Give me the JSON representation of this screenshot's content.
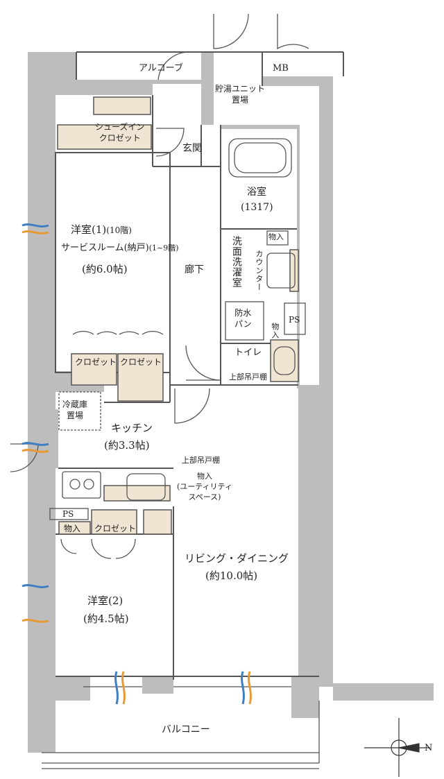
{
  "rooms": {
    "alcove": "アルコーブ",
    "mb": "MB",
    "water_heater": "貯湯ユニット\n置場",
    "shoes_closet": "シューズイン\nクロゼット",
    "entrance": "玄関",
    "bath": "浴室",
    "bath_size": "(1317)",
    "western1": "洋室(1)",
    "western1_note1": "(10階)",
    "service_room": "サービスルーム(納戸)",
    "western1_note2": "(1~9階)",
    "western1_size": "(約6.0帖)",
    "corridor": "廊下",
    "washroom": "洗面洗濯室",
    "counter": "カウンター",
    "storage_a": "物入",
    "waterproof_pan": "防水\nパン",
    "ps_right": "PS",
    "storage_b": "物入",
    "toilet": "トイレ",
    "upper_cabinet_toilet": "上部吊戸棚",
    "closet_a": "クロゼット",
    "closet_b": "クロゼット",
    "fridge": "冷蔵庫\n置場",
    "kitchen": "キッチン",
    "kitchen_size": "(約3.3帖)",
    "upper_cabinet_kitchen": "上部吊戸棚",
    "utility_storage": "物入\n(ユーティリティ\nスペース)",
    "ps_left": "PS",
    "storage_c": "物入",
    "closet_c": "クロゼット",
    "western2": "洋室(2)",
    "western2_size": "(約4.5帖)",
    "living": "リビング・ダイニング",
    "living_size": "(約10.0帖)",
    "balcony": "バルコニー",
    "compass_n": "N"
  },
  "colors": {
    "wall": "#bdbdbd",
    "storage": "#efe5d2",
    "line": "#555555",
    "airflow_orange": "#e89a32",
    "airflow_blue": "#3d7fc2"
  }
}
